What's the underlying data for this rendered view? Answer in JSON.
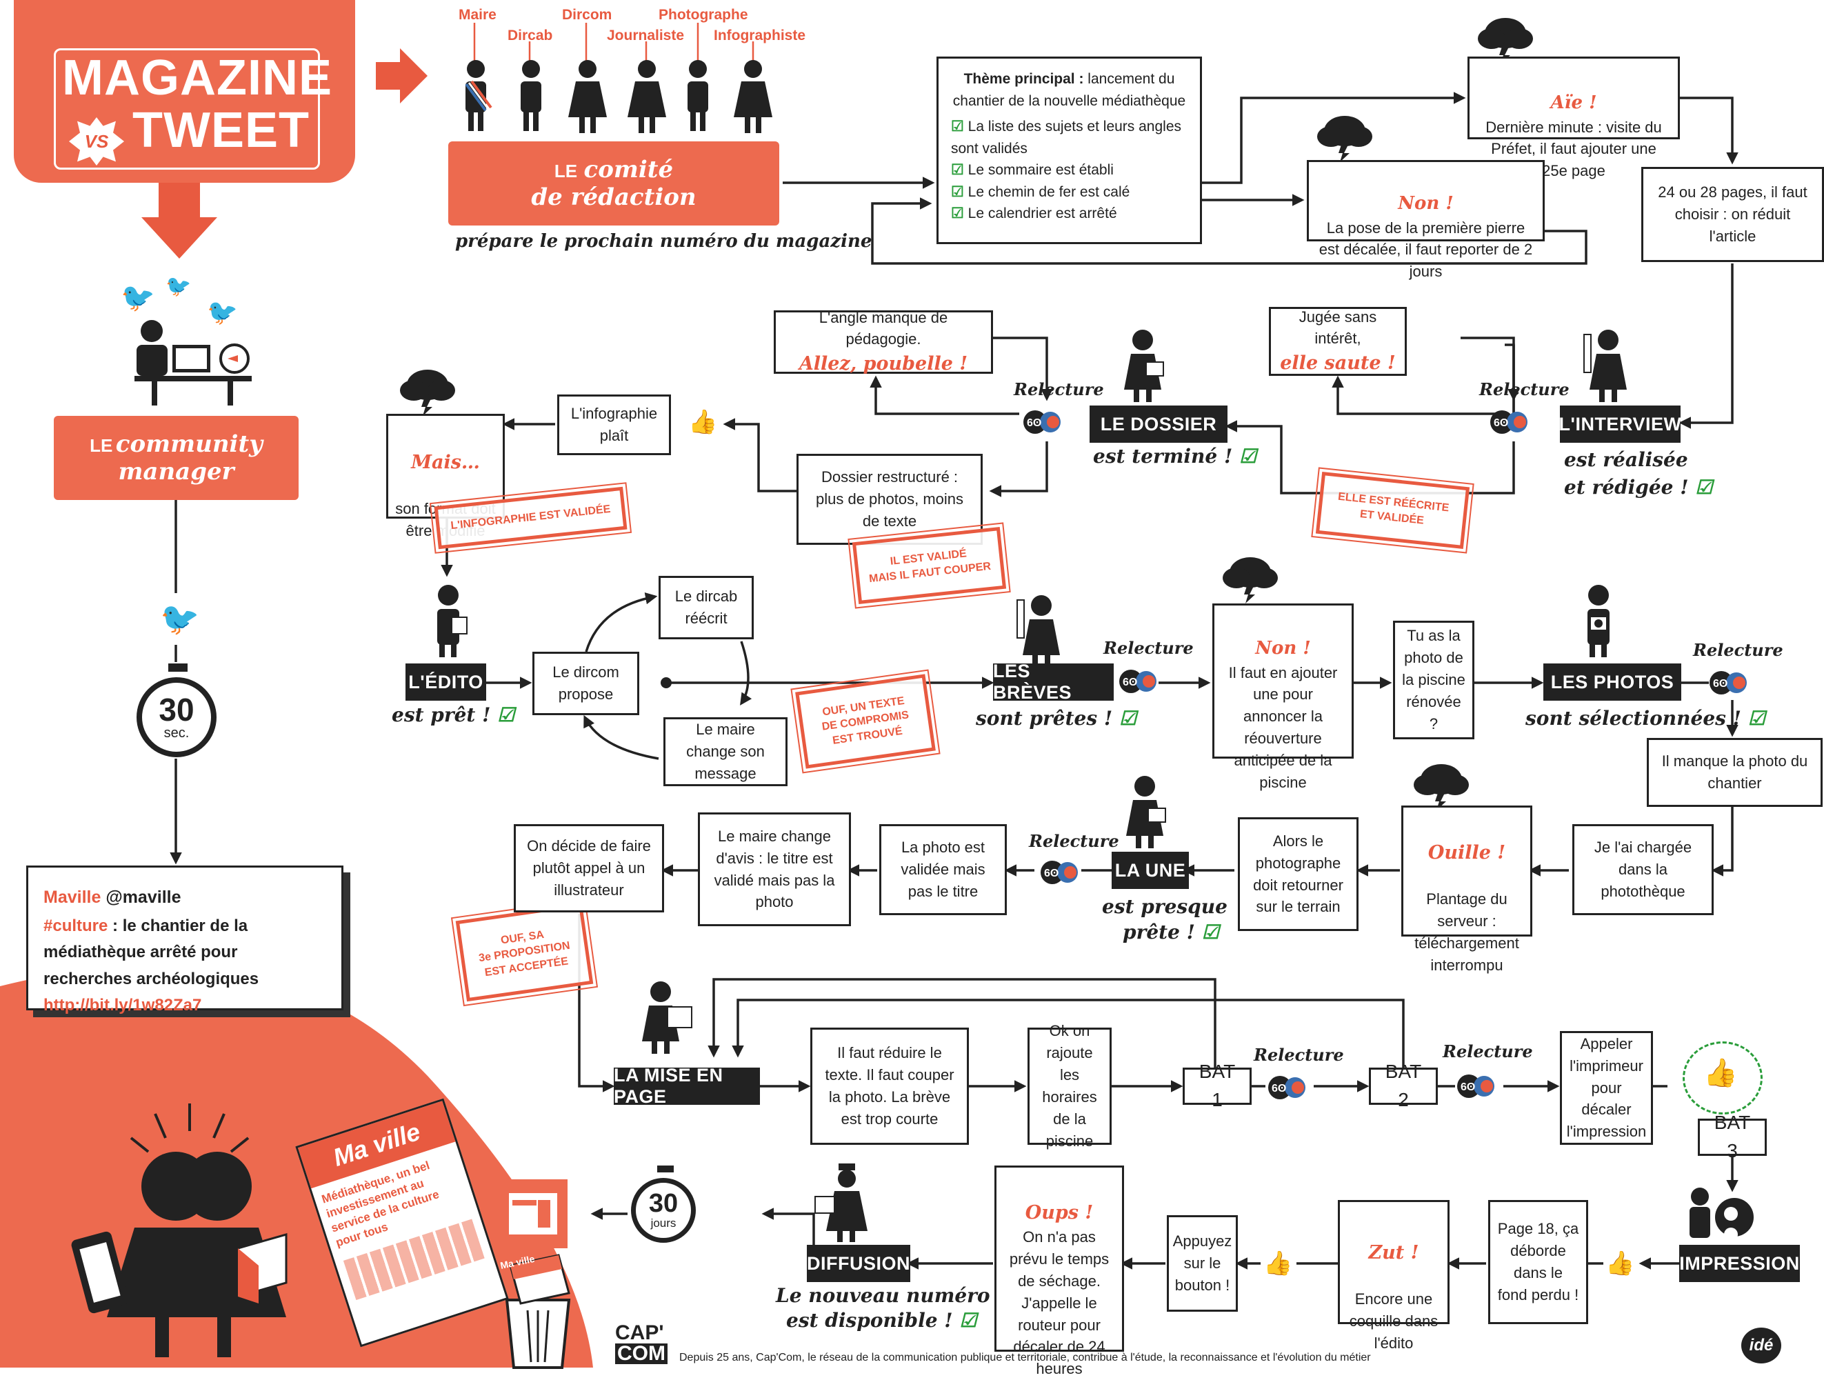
{
  "header": {
    "title_line1": "MAGAZINE",
    "vs": "VS",
    "title_line2": "TWEET"
  },
  "roles": [
    "Maire",
    "Dircab",
    "Dircom",
    "Journaliste",
    "Photographe",
    "Infographiste"
  ],
  "comite": {
    "label_prefix": "LE",
    "label_script": "comité",
    "label_script2": "de rédaction",
    "subtitle": "prépare le prochain numéro du magazine"
  },
  "theme_box": {
    "title": "Thème principal :",
    "title_rest": " lancement du chantier de la nouvelle médiathèque",
    "items": [
      "La liste des sujets et leurs angles sont validés",
      "Le sommaire est établi",
      "Le chemin de fer est calé",
      "Le calendrier est arrêté"
    ]
  },
  "aie_box": {
    "exclaim": "Aïe !",
    "text": "Dernière minute : visite du Préfet, il faut ajouter une 25e page"
  },
  "non1_box": {
    "exclaim": "Non !",
    "text": "La pose de la première pierre est décalée, il faut reporter de 2 jours"
  },
  "pages_box": {
    "text": "24 ou 28 pages, il faut choisir : on réduit l'article"
  },
  "dossier_angle": {
    "text": "L'angle manque de pédagogie.",
    "script": "Allez, poubelle !"
  },
  "jugee_box": {
    "text": "Jugée sans intérêt,",
    "script": "elle saute !"
  },
  "labels": {
    "dossier": "LE DOSSIER",
    "interview": "L'INTERVIEW",
    "edito": "L'ÉDITO",
    "breves": "LES BRÈVES",
    "photos": "LES PHOTOS",
    "une": "LA UNE",
    "mise_en_page": "LA MISE EN PAGE",
    "diffusion": "DIFFUSION",
    "impression": "IMPRESSION",
    "bat1": "BAT 1",
    "bat2": "BAT 2",
    "bat3": "BAT 3"
  },
  "captions": {
    "dossier": "est terminé !",
    "interview_1": "est réalisée",
    "interview_2": "et rédigée !",
    "edito": "est prêt !",
    "breves": "sont prêtes !",
    "photos": "sont sélectionnées !",
    "une_1": "est presque",
    "une_2": "prête !",
    "diffusion_1": "Le nouveau numéro",
    "diffusion_2": "est disponible !"
  },
  "relecture": "Relecture",
  "infographie_box": {
    "text": "L'infographie plaît"
  },
  "mais_box": {
    "exclaim": "Mais…",
    "text": "son format doit être modifié"
  },
  "dossier_restructure": {
    "text": "Dossier restructuré : plus de photos, moins de texte"
  },
  "stamps": {
    "infographie": "L'INFOGRAPHIE EST VALIDÉE",
    "valide_couper": "IL EST VALIDÉ\nMAIS IL FAUT COUPER",
    "reecrite": "ELLE EST RÉÉCRITE\nET VALIDÉE",
    "compromis": "OUF, UN TEXTE\nDE COMPROMIS\nEST TROUVÉ",
    "proposition": "OUF, SA\n3e PROPOSITION\nEST ACCEPTÉE"
  },
  "edito_cycle": {
    "dircom": "Le dircom propose",
    "dircab": "Le dircab réécrit",
    "maire": "Le maire change son message"
  },
  "non2_box": {
    "exclaim": "Non !",
    "text": "Il faut en ajouter une pour annoncer la réouverture anticipée de la piscine"
  },
  "piscine_box": {
    "text": "Tu as la photo de la piscine rénovée ?"
  },
  "manque_box": {
    "text": "Il manque la photo du chantier"
  },
  "chargee_box": {
    "text": "Je l'ai chargée dans la photothèque"
  },
  "ouille_box": {
    "exclaim": "Ouille !",
    "text": "Plantage du serveur : téléchargement interrompu"
  },
  "photographe_box": {
    "text": "Alors le photographe doit retourner sur le terrain"
  },
  "photo_validee_box": {
    "text": "La photo est validée mais pas le titre"
  },
  "maire_avis_box": {
    "text": "Le maire change d'avis : le titre est validé mais pas la photo"
  },
  "illustrateur_box": {
    "text": "On décide de faire plutôt appel à un illustrateur"
  },
  "reduire_box": {
    "text": "Il faut réduire le texte. Il faut couper la photo. La brève est trop courte"
  },
  "horaires_box": {
    "text": "Ok on rajoute les horaires de la piscine"
  },
  "imprimeur_box": {
    "text": "Appeler l'imprimeur pour décaler l'impression"
  },
  "page18_box": {
    "text": "Page 18, ça déborde dans le fond perdu !"
  },
  "zut_box": {
    "exclaim": "Zut !",
    "text": "Encore une coquille dans l'édito"
  },
  "bouton_box": {
    "text": "Appuyez sur le bouton !"
  },
  "oups_box": {
    "exclaim": "Oups !",
    "text": "On n'a pas prévu le temps de séchage. J'appelle le routeur pour décaler de 24 heures"
  },
  "community": {
    "prefix": "LE",
    "script1": "community",
    "script2": "manager"
  },
  "timer_sec": {
    "value": "30",
    "unit": "sec."
  },
  "timer_jours": {
    "value": "30",
    "unit": "jours"
  },
  "tweet": {
    "author": "Maville",
    "handle": "@maville",
    "hashtag": "#culture",
    "body": " : le chantier de la médiathèque arrêté pour recherches archéologiques ",
    "link": "http://bit.ly/1w82Za7"
  },
  "magazine": {
    "title": "Ma ville",
    "headline": "Médiathèque, un bel investissement au service de la culture pour tous",
    "bin_label": "Ma ville"
  },
  "footer": {
    "logo1": "CAP'",
    "logo2": "COM",
    "text": "Depuis 25 ans, Cap'Com, le réseau de la communication publique et territoriale, contribue à l'étude, la reconnaissance et l'évolution du métier",
    "badge": "idé"
  },
  "colors": {
    "accent": "#e85a40",
    "dark": "#222222",
    "green": "#2a9d3a",
    "blue": "#3a6fb0"
  }
}
